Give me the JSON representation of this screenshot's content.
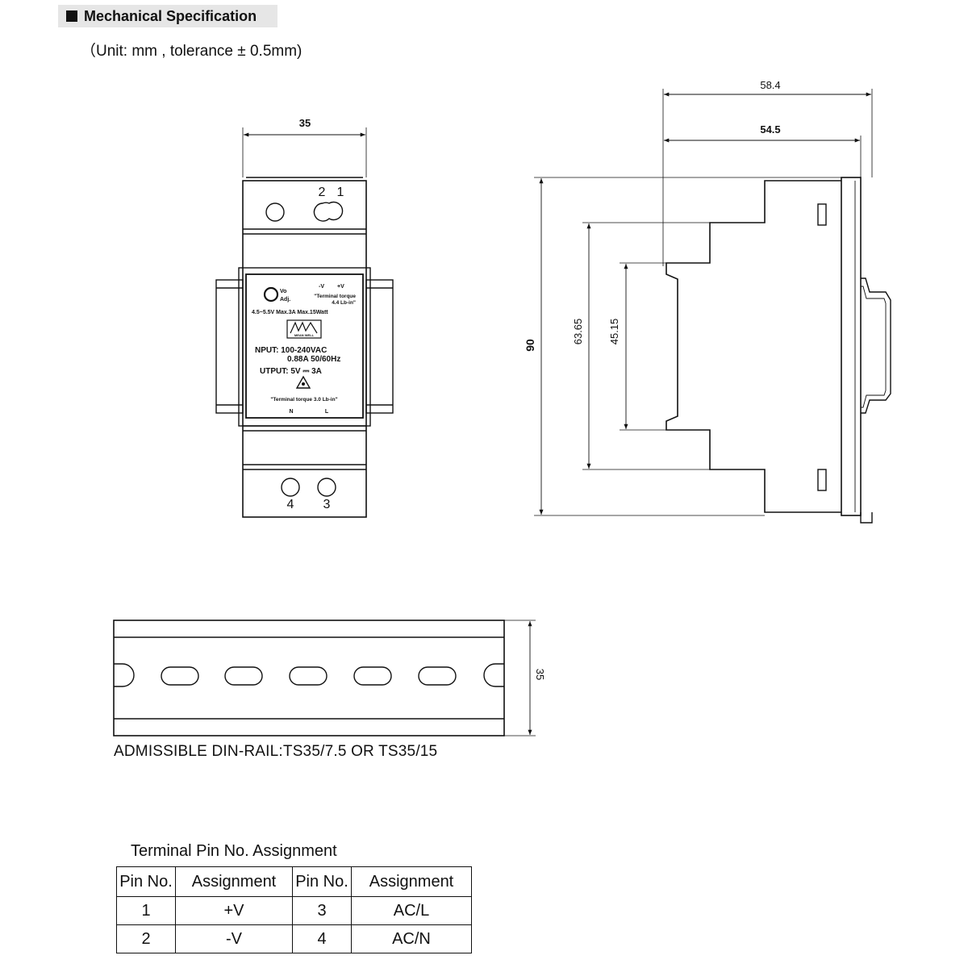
{
  "header": {
    "title": "Mechanical Specification",
    "subtitle": "（Unit: mm , tolerance ± 0.5mm)"
  },
  "front_view": {
    "width_dim": "35",
    "top_pins": [
      "2",
      "1"
    ],
    "bottom_pins": [
      "4",
      "3"
    ],
    "label": {
      "vo": "Vo",
      "adj": "Adj.",
      "minus_v": "-V",
      "plus_v": "+V",
      "torque_top_1": "\"Terminal torque",
      "torque_top_2": "4.4 Lb-in\"",
      "rating": "4.5~5.5V   Max.3A   Max.15Watt",
      "brand": "MEAN WELL",
      "input_1": "NPUT: 100-240VAC",
      "input_2": "0.88A  50/60Hz",
      "output": "UTPUT:  5V ⎓ 3A",
      "torque_bottom": "\"Terminal torque 3.0 Lb-in\"",
      "n": "N",
      "l": "L"
    }
  },
  "side_view": {
    "dim_depth_total": "58.4",
    "dim_depth_body": "54.5",
    "dim_height": "90",
    "dim_step1": "63.65",
    "dim_step2": "45.15"
  },
  "din_rail": {
    "dim_height": "35",
    "caption": "ADMISSIBLE DIN-RAIL:TS35/7.5 OR TS35/15"
  },
  "pin_table": {
    "caption": "Terminal Pin No.  Assignment",
    "headers": [
      "Pin No.",
      "Assignment",
      "Pin No.",
      "Assignment"
    ],
    "rows": [
      [
        "1",
        "+V",
        "3",
        "AC/L"
      ],
      [
        "2",
        "-V",
        "4",
        "AC/N"
      ]
    ]
  },
  "colors": {
    "line": "#111111",
    "title_bar": "#e6e6e6"
  }
}
